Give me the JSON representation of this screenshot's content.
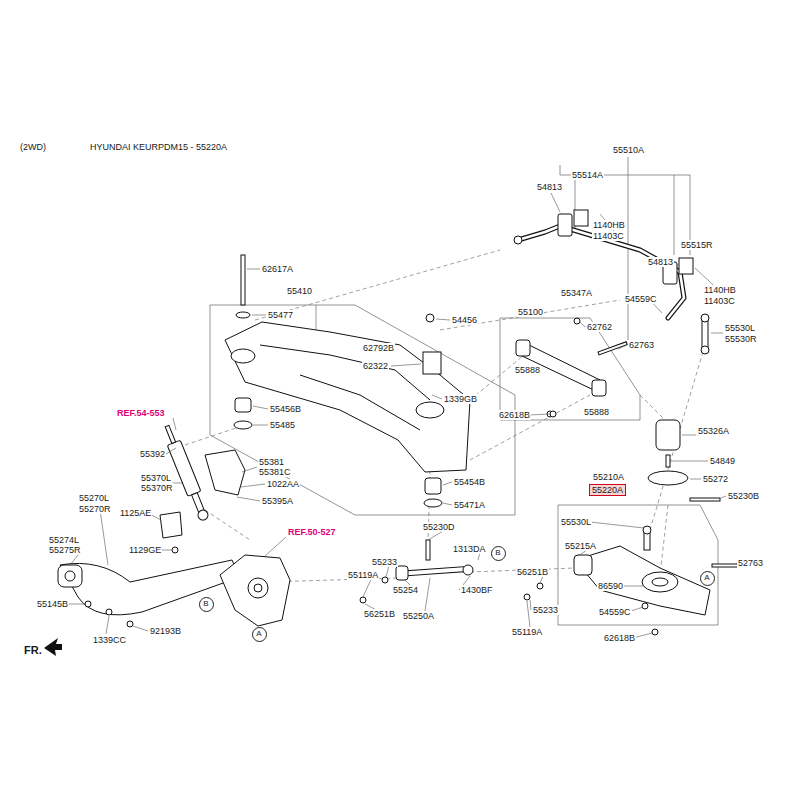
{
  "diagram": {
    "title": "HYUNDAI KEURPDM15 - 55220A",
    "nodes": [
      {
        "text": [
          "55220A"
        ]
      },
      {
        "text": [
          "B"
        ]
      },
      {
        "text": [
          "B"
        ]
      },
      {
        "text": [
          "A"
        ]
      },
      {
        "text": [
          "A"
        ]
      }
    ],
    "labels": [
      "(2WD)",
      "55510A",
      "55514A",
      "54813",
      "1140HB",
      "11403C",
      "55515R",
      "54813",
      "1140HB",
      "11403C",
      "54559C",
      "55530L",
      "55530R",
      "62617A",
      "55410",
      "55477",
      "54456",
      "55347A",
      "55100",
      "62762",
      "62792B",
      "62322",
      "55888",
      "62763",
      "1339GB",
      "55456B",
      "55485",
      "55888",
      "62618B",
      "REF.54-553",
      "55326A",
      "55392",
      "54849",
      "55381",
      "55381C",
      "55454B",
      "55210A",
      "55272",
      "55370L",
      "55370R",
      "1022AA",
      "55270L",
      "55270R",
      "55471A",
      "55395A",
      "55230B",
      "1125AE",
      "REF.50-527",
      "55230D",
      "55530L",
      "55274L",
      "55275R",
      "1129GE",
      "55215A",
      "1313DA",
      "55233",
      "55119A",
      "52763",
      "56251B",
      "55254",
      "1430BF",
      "55145B",
      "86590",
      "56251B",
      "55233",
      "55250A",
      "55119A",
      "54559C",
      "92193B",
      "1339CC",
      "62618B",
      "FR."
    ]
  }
}
